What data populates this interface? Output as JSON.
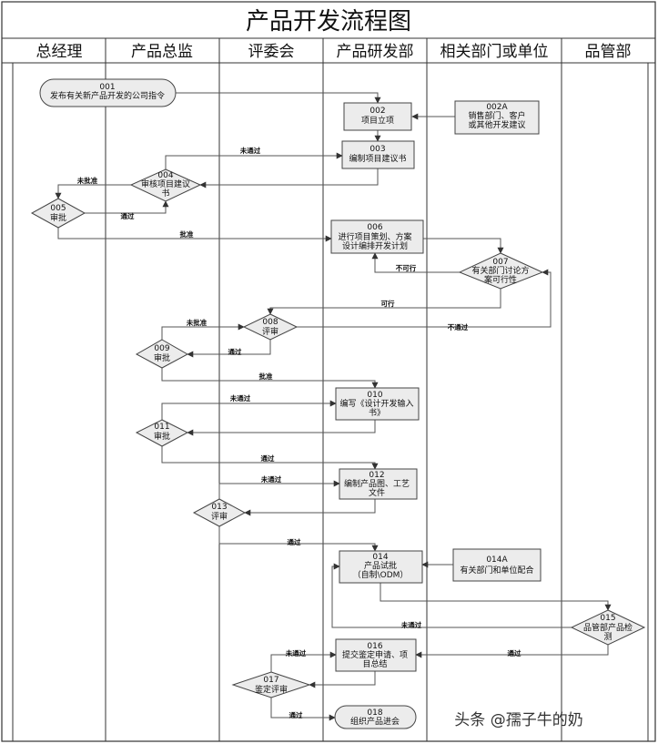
{
  "title": "产品开发流程图",
  "lanes": [
    "总经理",
    "产品总监",
    "评委会",
    "产品研发部",
    "相关部门或单位",
    "品管部"
  ],
  "nodes": {
    "n001": {
      "id": "001",
      "label": "发布有关新产品开发的公司指令"
    },
    "n002": {
      "id": "002",
      "label": "项目立项"
    },
    "n002a": {
      "id": "002A",
      "label": "销售部门、客户|或其他开发建议"
    },
    "n003": {
      "id": "003",
      "label": "编制项目建议书"
    },
    "n004": {
      "id": "004",
      "label": "审核项目建议|书"
    },
    "n005": {
      "id": "005",
      "label": "审批"
    },
    "n006": {
      "id": "006",
      "label": "进行项目策划、方案|设计编排开发计划"
    },
    "n007": {
      "id": "007",
      "label": "有关部门讨论方|案可行性"
    },
    "n008": {
      "id": "008",
      "label": "评审"
    },
    "n009": {
      "id": "009",
      "label": "审批"
    },
    "n010": {
      "id": "010",
      "label": "编写《设计开发输入|书》"
    },
    "n011": {
      "id": "011",
      "label": "审批"
    },
    "n012": {
      "id": "012",
      "label": "编制产品图、工艺|文件"
    },
    "n013": {
      "id": "013",
      "label": "评审"
    },
    "n014": {
      "id": "014",
      "label": "产品试批|（自制\\ODM）"
    },
    "n014a": {
      "id": "014A",
      "label": "有关部门和单位配合"
    },
    "n015": {
      "id": "015",
      "label": "品管部产品检|测"
    },
    "n016": {
      "id": "016",
      "label": "提交鉴定申请、项|目总结"
    },
    "n017": {
      "id": "017",
      "label": "鉴定评审"
    },
    "n018": {
      "id": "018",
      "label": "组织产品进会"
    }
  },
  "edges": {
    "e_003_004": "未通过",
    "e_004_005": "未批准",
    "e_005_004": "通过",
    "e_005_006": "批准",
    "e_007_006": "不可行",
    "e_007_008": "可行",
    "e_008_009_no": "未批准",
    "e_008_009": "通过",
    "e_008_007": "不通过",
    "e_009_010": "批准",
    "e_011_010": "未通过",
    "e_011_012": "通过",
    "e_013_012": "未通过",
    "e_013_014": "通过",
    "e_015_014": "未通过",
    "e_015_016": "通过",
    "e_017_016": "未通过",
    "e_017_018": "通过"
  },
  "watermark": "头条 @孺子牛的奶"
}
